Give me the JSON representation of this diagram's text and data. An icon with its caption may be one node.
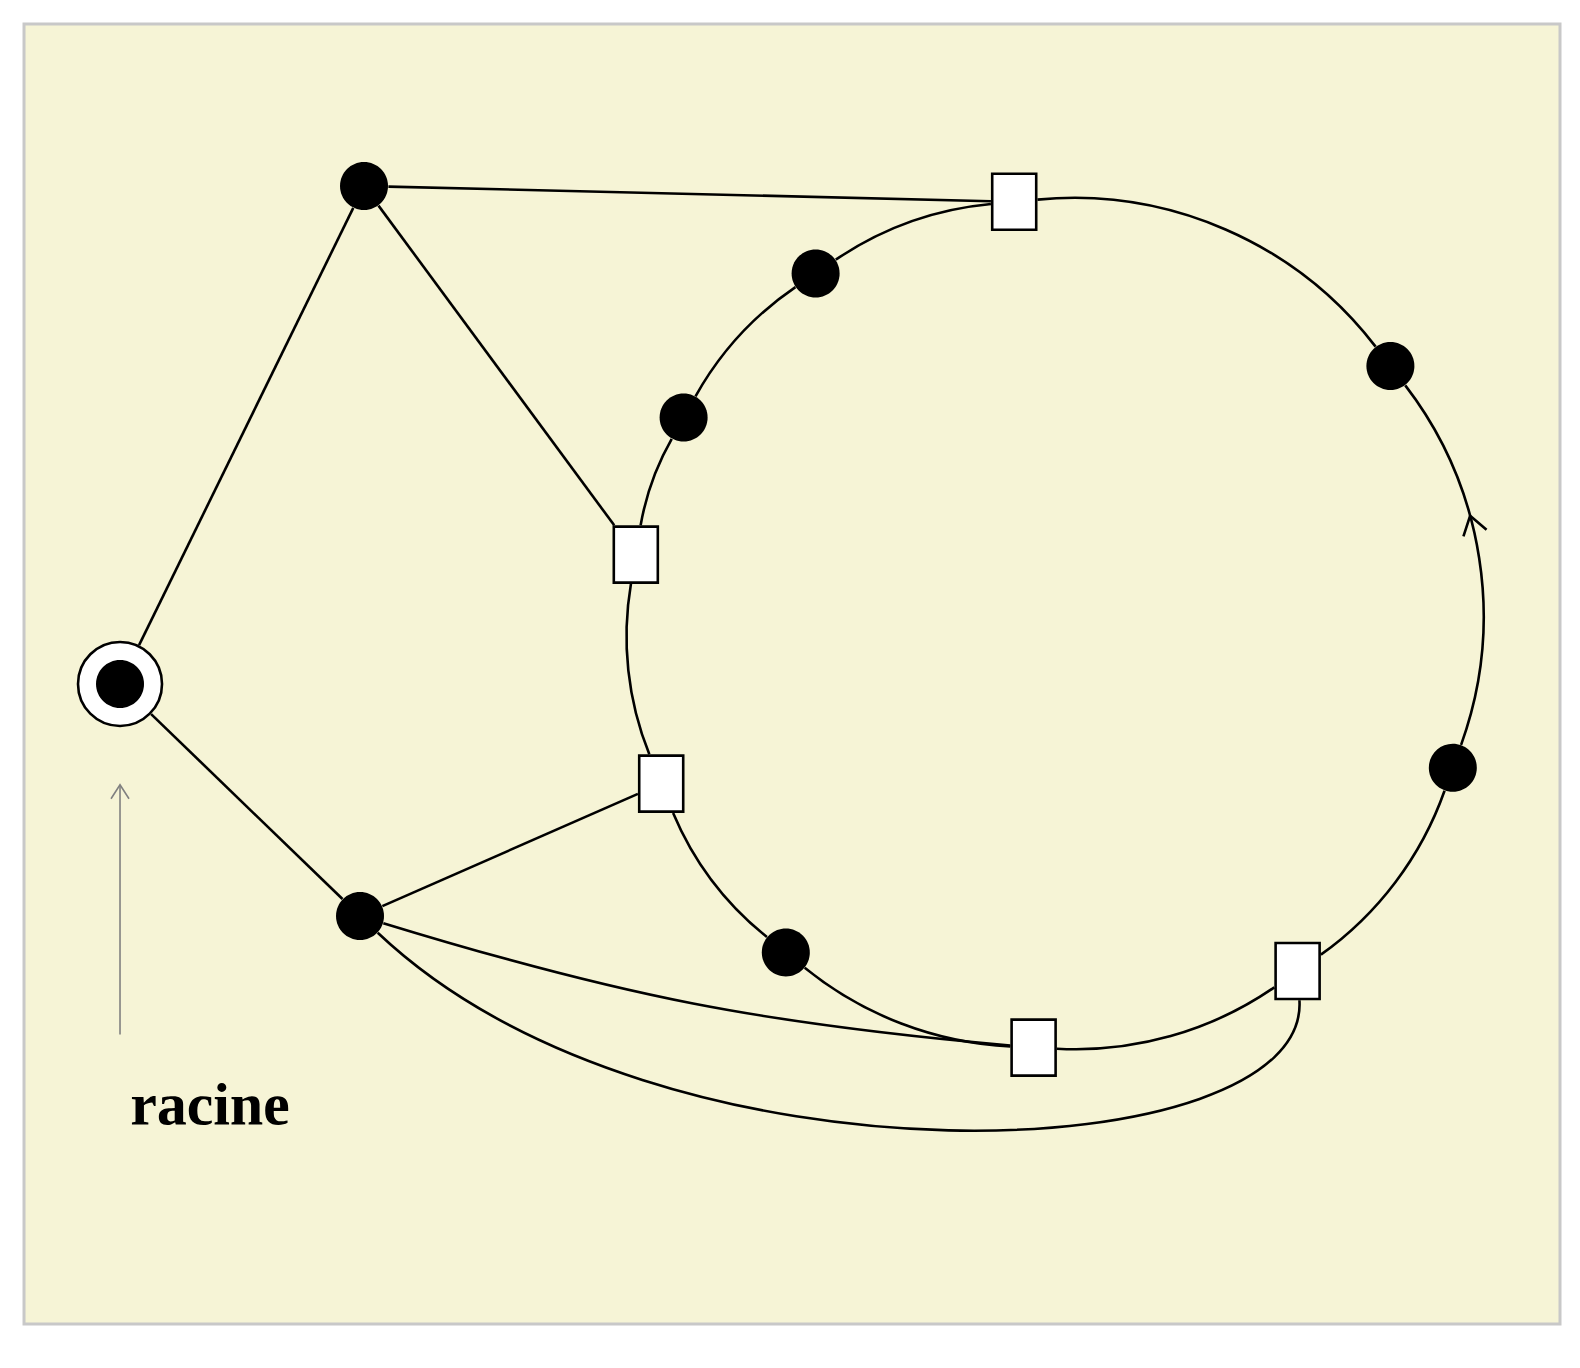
{
  "diagram": {
    "nodes": [
      {
        "text": [],
        "shape": "circle"
      },
      {
        "text": [],
        "shape": "box"
      },
      {
        "text": [],
        "shape": "circle"
      },
      {
        "text": [],
        "shape": "circle"
      },
      {
        "text": [],
        "shape": "circle"
      },
      {
        "text": [],
        "shape": "box"
      },
      {
        "text": [],
        "shape": "circle"
      },
      {
        "text": [],
        "shape": "circle"
      },
      {
        "text": [],
        "shape": "box"
      },
      {
        "text": [],
        "shape": "circle"
      },
      {
        "text": [],
        "shape": "circle"
      },
      {
        "text": [],
        "shape": "box"
      },
      {
        "text": [],
        "shape": "box"
      },
      {
        "text": [
          "racine"
        ]
      }
    ],
    "edges": [
      {
        "from": 6,
        "to": 0,
        "arrow": "none"
      },
      {
        "from": 6,
        "to": 9,
        "arrow": "none"
      },
      {
        "from": 0,
        "to": 1,
        "arrow": "none"
      },
      {
        "from": 0,
        "to": 5,
        "arrow": "none"
      },
      {
        "from": 9,
        "to": 8,
        "arrow": "none"
      },
      {
        "from": 9,
        "to": 12,
        "arrow": "none"
      },
      {
        "from": 9,
        "to": 11,
        "arrow": "none"
      },
      {
        "from": 11,
        "to": 7,
        "arrow": "none"
      },
      {
        "from": 7,
        "to": 3,
        "arrow": "to"
      },
      {
        "from": 3,
        "to": 1,
        "arrow": "none"
      },
      {
        "from": 1,
        "to": 2,
        "arrow": "none"
      },
      {
        "from": 2,
        "to": 4,
        "arrow": "none"
      },
      {
        "from": 4,
        "to": 5,
        "arrow": "none"
      },
      {
        "from": 5,
        "to": 8,
        "arrow": "none"
      },
      {
        "from": 8,
        "to": 10,
        "arrow": "none"
      },
      {
        "from": 10,
        "to": 12,
        "arrow": "none"
      },
      {
        "from": 12,
        "to": 11,
        "arrow": "none"
      },
      {
        "from": 13,
        "to": 6,
        "arrow": "to",
        "color": "#808080"
      }
    ]
  }
}
